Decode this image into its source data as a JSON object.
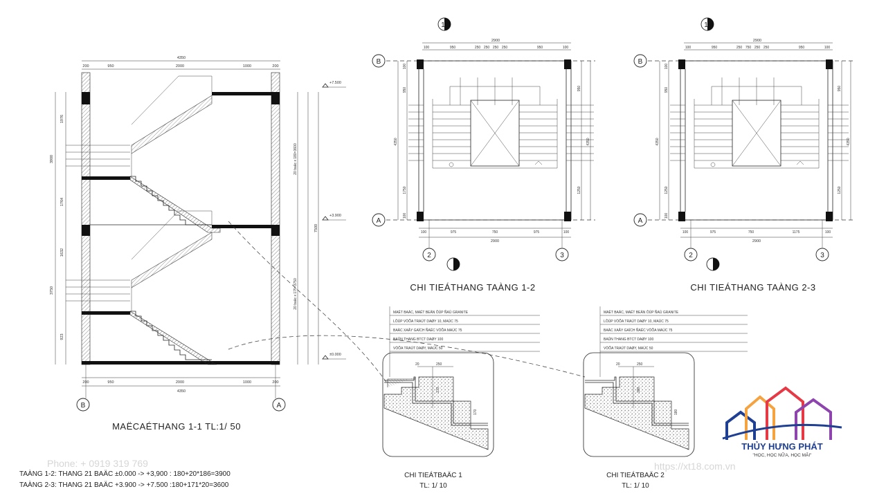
{
  "section": {
    "title": "MAËCAÉTHANG 1-1 TL:1/ 50",
    "top_dims": [
      "4350",
      "200",
      "950",
      "2000",
      "1000",
      "200"
    ],
    "bottom_dims": [
      "200",
      "950",
      "2000",
      "1000",
      "200",
      "4350"
    ],
    "levels": [
      "+7.500",
      "+3.900",
      "±0.000"
    ],
    "left_dims": [
      "3900",
      "3750",
      "1976",
      "1764",
      "1632",
      "923"
    ],
    "right_dims": [
      "20 baâc x 180=3600",
      "20 baâc x 175=3750",
      "7500"
    ],
    "axis_b": "B",
    "axis_a": "A"
  },
  "plan1": {
    "title": "CHI TIEÁTHANG TAÀNG 1-2",
    "top_dims": [
      "2900",
      "100",
      "950",
      "250",
      "250",
      "250",
      "250",
      "950",
      "100"
    ],
    "bottom_dims": [
      "100",
      "975",
      "750",
      "975",
      "100",
      "2900"
    ],
    "left_dims": [
      "4350",
      "100",
      "950",
      "1750",
      "100"
    ],
    "right_dims": [
      "4350",
      "950",
      "1250"
    ],
    "axis_b": "B",
    "axis_a": "A",
    "axis_2": "2",
    "axis_3": "3",
    "cut": "1"
  },
  "plan2": {
    "title": "CHI TIEÁTHANG TAÀNG 2-3",
    "top_dims": [
      "2900",
      "100",
      "950",
      "250",
      "750",
      "250",
      "250",
      "950",
      "100"
    ],
    "bottom_dims": [
      "100",
      "975",
      "750",
      "1175",
      "100",
      "2900"
    ],
    "left_dims": [
      "4350",
      "100",
      "950",
      "1250",
      "100"
    ],
    "right_dims": [
      "4350",
      "950",
      "1250"
    ],
    "axis_b": "B",
    "axis_a": "A",
    "axis_2": "2",
    "axis_3": "3",
    "cut": "1"
  },
  "notes1": [
    "MAËT BAÄC, MAËT BEÄN ÔÙP ÑAÙ GRANITE",
    "LÔÙP VÖÕA TRAÙT DAØY 10, MAÙC 75",
    "BAÄC XAÂY GAÏCH ÑAËC VÖÕA MAÙC 75",
    "BAÛN THANG BTCT DAØY 100",
    "VÖÕA TRAÙT DAØY, MAÙC 50"
  ],
  "notes2": [
    "MAËT BAÄC, MAËT BEÄN ÔÙP ÑAÙ GRANITE",
    "LÔÙP VÖÕA TRAÙT DAØY 10, MAÙC 75",
    "BAÄC XAÂY GAÏCH ÑAËC VÖÕA MAÙC 75",
    "BAÛN THANG BTCT DAØY 100",
    "VÖÕA TRAÙT DAØY, MAÙC 50"
  ],
  "detail1": {
    "title": "CHI TIEÁTBAÄC 1",
    "scale": "TL: 1/ 10",
    "dims": [
      "20",
      "250",
      "170",
      "170"
    ]
  },
  "detail2": {
    "title": "CHI TIEÁTBAÄC 2",
    "scale": "TL: 1/ 10",
    "dims": [
      "20",
      "250",
      "180",
      "180"
    ]
  },
  "footnotes": [
    "TAÀNG 1-2: THANG 21 BAÄC ±0.000 -> +3,900 : 180+20*186=3900",
    "TAÀNG 2-3: THANG 21 BAÄC +3.900 -> +7.500 :180+171*20=3600"
  ],
  "watermark_phone": "Phone: + 0919 319 769",
  "watermark_url": "https://xt18.com.vn",
  "brand": {
    "name": "THỦY HƯNG PHÁT",
    "slogan": "\"HỌC, HỌC NỮA, HỌC MÃI\""
  },
  "colors": {
    "brand_blue": "#1f3f92",
    "brand_red": "#e63946",
    "brand_orange": "#f4a340",
    "brand_purple": "#8e44ad"
  }
}
